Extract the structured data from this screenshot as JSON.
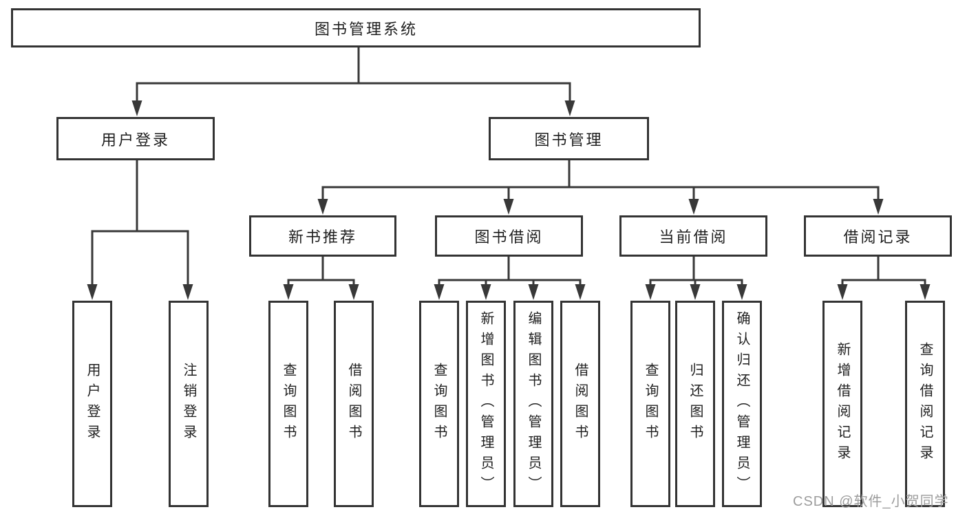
{
  "diagram": {
    "root": {
      "label": "图书管理系统"
    },
    "level2": [
      {
        "label": "用户登录"
      },
      {
        "label": "图书管理"
      }
    ],
    "level3": [
      {
        "label": "新书推荐",
        "parent": "图书管理"
      },
      {
        "label": "图书借阅",
        "parent": "图书管理"
      },
      {
        "label": "当前借阅",
        "parent": "图书管理"
      },
      {
        "label": "借阅记录",
        "parent": "图书管理"
      }
    ],
    "leaves": [
      {
        "label": "用户登录",
        "parent": "用户登录"
      },
      {
        "label": "注销登录",
        "parent": "用户登录"
      },
      {
        "label": "查询图书",
        "parent": "新书推荐"
      },
      {
        "label": "借阅图书",
        "parent": "新书推荐"
      },
      {
        "label": "查询图书",
        "parent": "图书借阅"
      },
      {
        "label": "新增图书（管理员）",
        "parent": "图书借阅"
      },
      {
        "label": "编辑图书（管理员）",
        "parent": "图书借阅"
      },
      {
        "label": "借阅图书",
        "parent": "图书借阅"
      },
      {
        "label": "查询图书",
        "parent": "当前借阅"
      },
      {
        "label": "归还图书",
        "parent": "当前借阅"
      },
      {
        "label": "确认归还（管理员）",
        "parent": "当前借阅"
      },
      {
        "label": "新增借阅记录",
        "parent": "借阅记录"
      },
      {
        "label": "查询借阅记录",
        "parent": "借阅记录"
      }
    ],
    "watermark": "CSDN @软件_小贺同学",
    "colors": {
      "line": "#383838",
      "box_border": "#333333",
      "text": "#1f1f1f",
      "watermark": "#9c9c9c",
      "background": "#ffffff"
    }
  }
}
